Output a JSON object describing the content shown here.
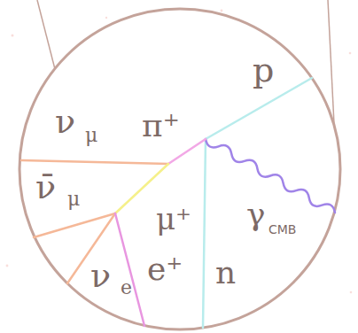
{
  "diagram": {
    "labels": [
      "ν",
      "μ",
      "ν̄",
      "μ",
      "π⁺",
      "p",
      "μ⁺",
      "γ",
      "CMB",
      "ν",
      "e",
      "e⁺",
      "n"
    ]
  }
}
